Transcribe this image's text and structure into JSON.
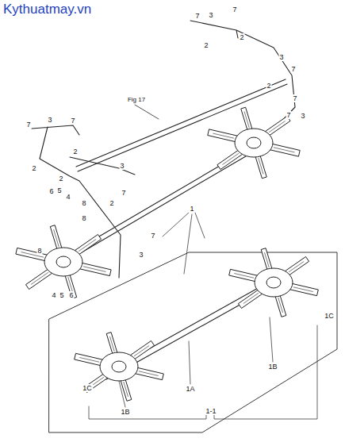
{
  "diagram": {
    "labels": [
      "Kythuatmay.vn",
      "7",
      "3",
      "7",
      "2",
      "2",
      "3",
      "7",
      "2",
      "7",
      "7",
      "3",
      "Fig 17",
      "7",
      "3",
      "7",
      "2",
      "2",
      "3",
      "2",
      "7",
      "2",
      "6",
      "5",
      "4",
      "8",
      "8",
      "1",
      "7",
      "3",
      "8",
      "4",
      "5",
      "6",
      "1C",
      "1B",
      "1A",
      "1B",
      "1C",
      "1-1"
    ]
  }
}
